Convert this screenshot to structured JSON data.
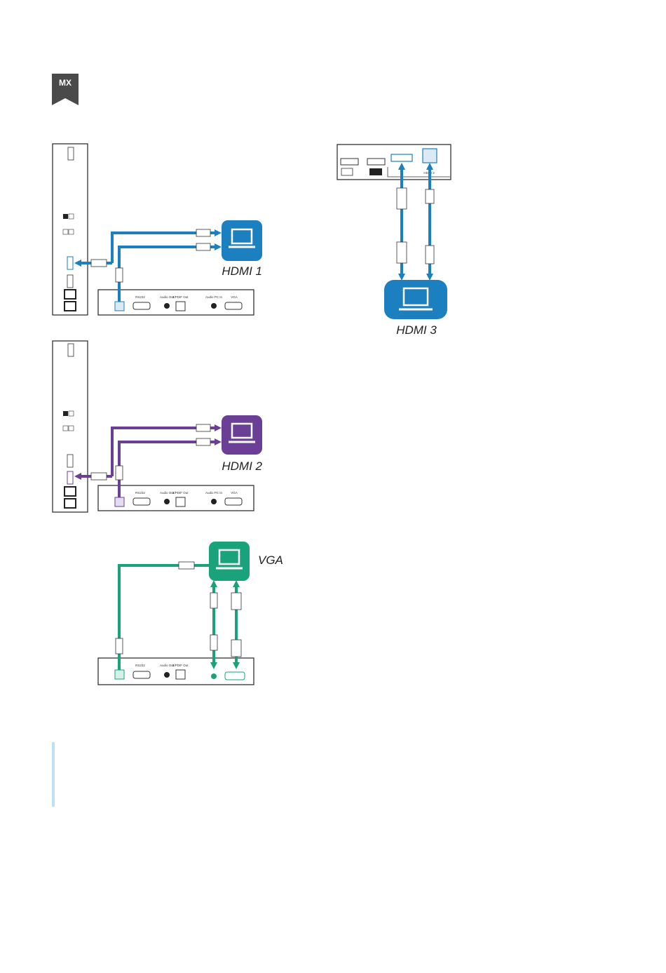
{
  "badge": {
    "text": "MX",
    "color": "#4a4a4a"
  },
  "colors": {
    "blue": "#1b7fc0",
    "purple": "#6b3f96",
    "green": "#1aa37a"
  },
  "connections": [
    {
      "label": "HDMI 1",
      "color": "#1b7fc0",
      "icon": "laptop-icon"
    },
    {
      "label": "HDMI 2",
      "color": "#6b3f96",
      "icon": "laptop-icon"
    },
    {
      "label": "HDMI 3",
      "color": "#1b7fc0",
      "icon": "laptop-icon"
    },
    {
      "label": "VGA",
      "color": "#1aa37a",
      "icon": "laptop-icon"
    }
  ],
  "bottom_panel_ports": [
    "RS232",
    "Audio Out",
    "S/PDIF Out",
    "Audio PC In",
    "VGA"
  ],
  "side_panel_ports": [
    "HDMI 1",
    "HDMI 2"
  ],
  "top_panel_ports": [
    "HDMI 3"
  ],
  "note": {
    "accent": "#bfe0ee"
  }
}
